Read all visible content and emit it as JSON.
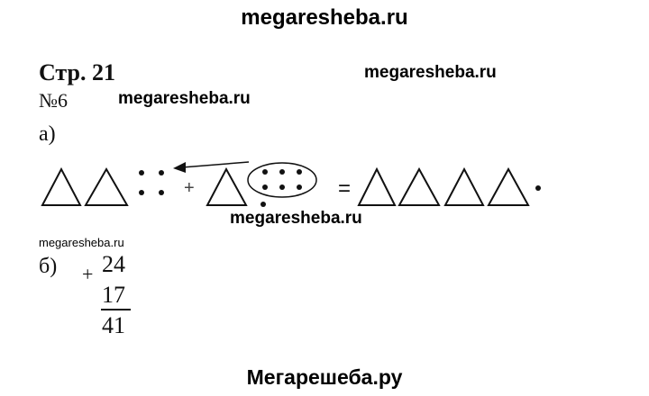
{
  "watermarks": {
    "top": "megaresheba.ru",
    "right": "megaresheba.ru",
    "mid1": "megaresheba.ru",
    "mid2": "megaresheba.ru",
    "small": "megaresheba.ru",
    "bottom": "Мегарешеба.ру"
  },
  "header": {
    "page_label": "Стр. 21",
    "task_number": "№6"
  },
  "part_a": {
    "label": "а)",
    "plus": "+",
    "equals": "="
  },
  "part_b": {
    "label": "б)",
    "operator": "+",
    "addend1": "24",
    "addend2": "17",
    "sum": "41"
  }
}
